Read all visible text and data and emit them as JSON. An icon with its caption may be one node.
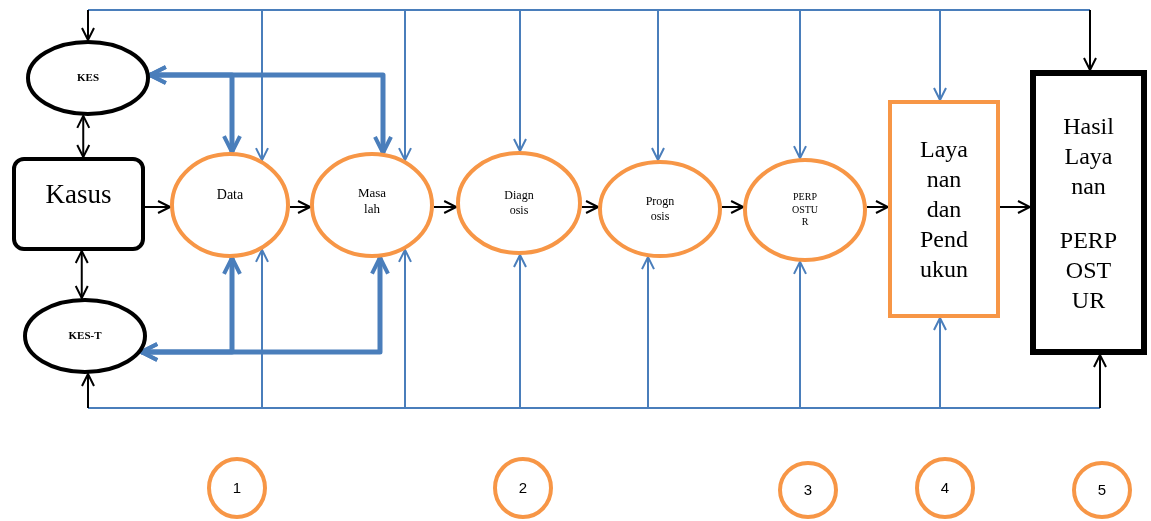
{
  "diagram": {
    "nodes": [
      {
        "text": [
          "KES"
        ]
      },
      {
        "text": [
          "Kasus"
        ]
      },
      {
        "text": [
          "KES-T"
        ]
      },
      {
        "text": [
          "Data"
        ]
      },
      {
        "text": [
          "Masa lah"
        ]
      },
      {
        "text": [
          "Diagn osis"
        ]
      },
      {
        "text": [
          "Progn osis"
        ]
      },
      {
        "text": [
          "PERP OSTU R"
        ]
      },
      {
        "text": [
          "Laya nan dan Pend ukun"
        ]
      },
      {
        "text": [
          "Hasil Laya nan",
          "PERP OST UR"
        ]
      },
      {
        "text": [
          "1"
        ]
      },
      {
        "text": [
          "2"
        ]
      },
      {
        "text": [
          "3"
        ]
      },
      {
        "text": [
          "4"
        ]
      },
      {
        "text": [
          "5"
        ]
      }
    ],
    "edges": [
      {
        "from": 0,
        "to": 1,
        "arrow": "both",
        "color": "#000000"
      },
      {
        "from": 1,
        "to": 2,
        "arrow": "both",
        "color": "#000000"
      },
      {
        "from": 1,
        "to": 3,
        "arrow": "to",
        "color": "#000000"
      },
      {
        "from": 3,
        "to": 4,
        "arrow": "to",
        "color": "#000000"
      },
      {
        "from": 4,
        "to": 5,
        "arrow": "to",
        "color": "#000000"
      },
      {
        "from": 5,
        "to": 6,
        "arrow": "to",
        "color": "#000000"
      },
      {
        "from": 6,
        "to": 7,
        "arrow": "to",
        "color": "#000000"
      },
      {
        "from": 7,
        "to": 8,
        "arrow": "to",
        "color": "#000000"
      },
      {
        "from": 8,
        "to": 9,
        "arrow": "to",
        "color": "#000000"
      },
      {
        "from": null,
        "to": 0,
        "arrow": "to",
        "color": "#000000"
      },
      {
        "from": null,
        "to": 3,
        "arrow": "to"
      },
      {
        "from": null,
        "to": 4,
        "arrow": "to"
      },
      {
        "from": null,
        "to": 5,
        "arrow": "to"
      },
      {
        "from": null,
        "to": 6,
        "arrow": "to"
      },
      {
        "from": null,
        "to": 7,
        "arrow": "to"
      },
      {
        "from": null,
        "to": 8,
        "arrow": "to"
      },
      {
        "from": null,
        "to": 9,
        "arrow": "to",
        "color": "#000000"
      },
      {
        "from": null,
        "to": 2,
        "arrow": "to",
        "color": "#000000"
      },
      {
        "from": null,
        "to": 3,
        "arrow": "to"
      },
      {
        "from": null,
        "to": 4,
        "arrow": "to"
      },
      {
        "from": null,
        "to": 5,
        "arrow": "to"
      },
      {
        "from": null,
        "to": 6,
        "arrow": "to"
      },
      {
        "from": null,
        "to": 7,
        "arrow": "to"
      },
      {
        "from": null,
        "to": 8,
        "arrow": "to"
      },
      {
        "from": null,
        "to": 9,
        "arrow": "to",
        "color": "#000000"
      },
      {
        "from": 0,
        "to": 3,
        "arrow": "both",
        "style": "thick"
      },
      {
        "from": 0,
        "to": 4,
        "arrow": "both",
        "style": "thick"
      },
      {
        "from": 2,
        "to": 3,
        "arrow": "both",
        "style": "thick"
      },
      {
        "from": 2,
        "to": 4,
        "arrow": "both",
        "style": "thick"
      }
    ]
  }
}
